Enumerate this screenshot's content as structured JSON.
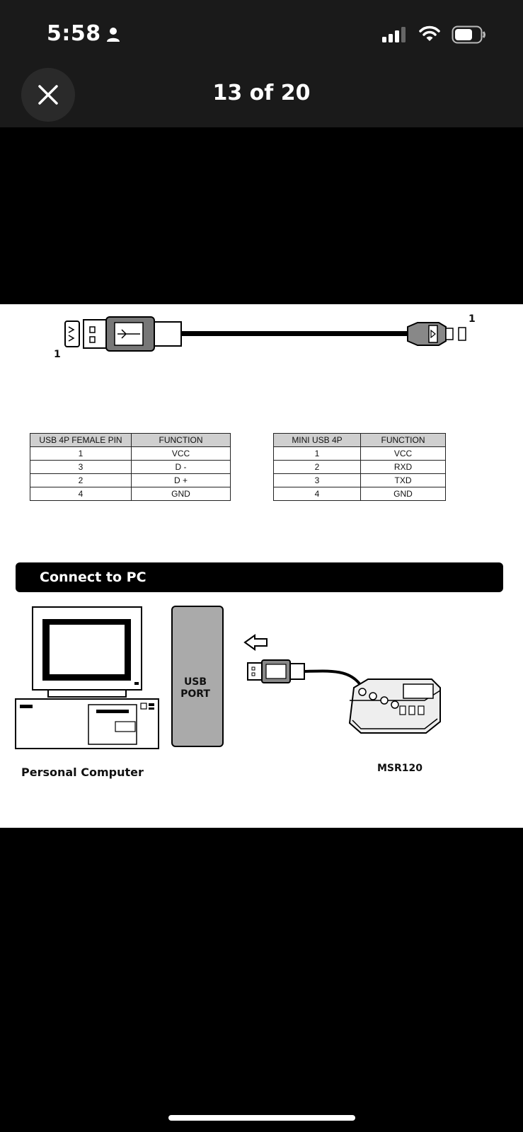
{
  "status_bar": {
    "time": "5:58",
    "icons": [
      "person-icon",
      "signal-icon",
      "wifi-icon",
      "battery-icon"
    ]
  },
  "viewer": {
    "close_icon": "close-icon",
    "counter": "13 of 20"
  },
  "document": {
    "cable_diagram": {
      "left_pin_label": "1",
      "right_pin_label": "1"
    },
    "table_usb": {
      "headers": [
        "USB 4P FEMALE PIN",
        "FUNCTION"
      ],
      "rows": [
        [
          "1",
          "VCC"
        ],
        [
          "3",
          "D -"
        ],
        [
          "2",
          "D +"
        ],
        [
          "4",
          "GND"
        ]
      ]
    },
    "table_mini": {
      "headers": [
        "MINI USB 4P",
        "FUNCTION"
      ],
      "rows": [
        [
          "1",
          "VCC"
        ],
        [
          "2",
          "RXD"
        ],
        [
          "3",
          "TXD"
        ],
        [
          "4",
          "GND"
        ]
      ]
    },
    "section_title": "Connect to PC",
    "usb_port_label_line1": "USB",
    "usb_port_label_line2": "PORT",
    "pc_label": "Personal Computer",
    "device_label": "MSR120"
  }
}
